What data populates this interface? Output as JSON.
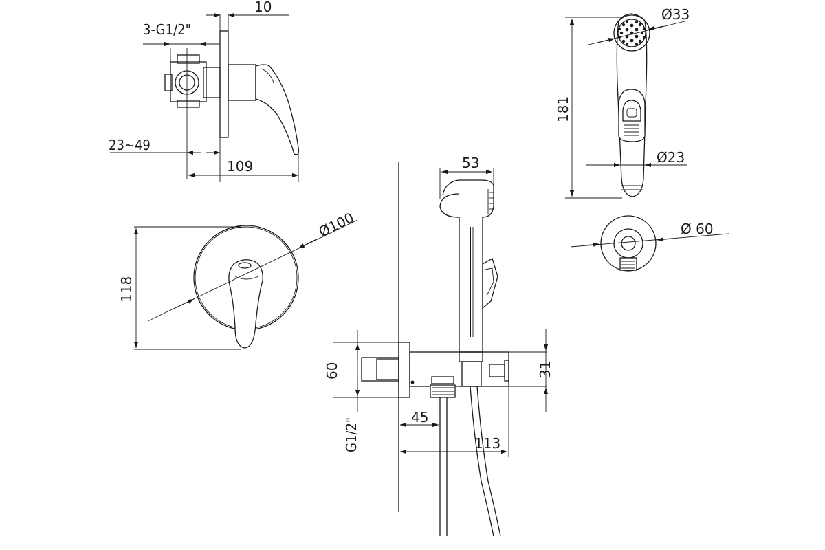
{
  "dimensions": {
    "inlet_thread": "3-G1/2\"",
    "plate_thickness": "10",
    "wall_depth_range": "23~49",
    "mixer_depth": "109",
    "plate_diameter": "Ø100",
    "plate_height": "118",
    "head_width": "53",
    "spray_diameter": "Ø33",
    "head_length": "181",
    "handle_diameter": "Ø23",
    "holder_diameter": "Ø 60",
    "holder_height": "60",
    "holder_thread": "G1/2\"",
    "outlet_offset": "45",
    "bracket_depth": "113",
    "bracket_height": "31"
  }
}
